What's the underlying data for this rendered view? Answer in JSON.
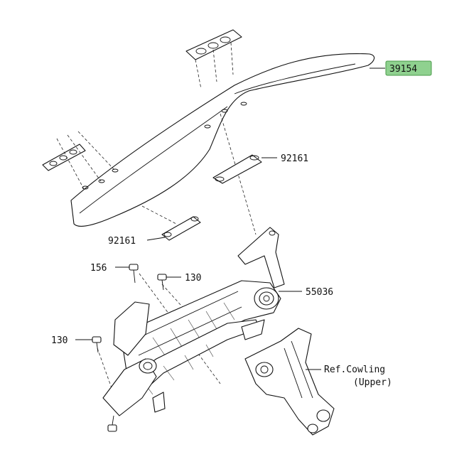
{
  "labels": {
    "windshield": "39154",
    "bracket_right": "92161",
    "bracket_left": "92161",
    "bolt_156": "156",
    "bolt_130_top": "130",
    "damper": "55036",
    "bolt_130_left": "130",
    "ref_line1": "Ref.Cowling",
    "ref_line2": "(Upper)"
  },
  "colors": {
    "highlight": "#8fd18f",
    "line": "#111111"
  }
}
